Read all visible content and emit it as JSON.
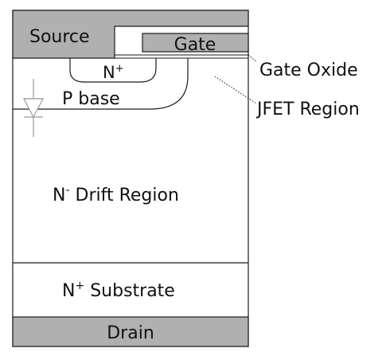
{
  "labels": {
    "source": "Source",
    "gate": "Gate",
    "n_plus": "N",
    "n_plus_sup": "+",
    "p_base": "P base",
    "drift_n": "N",
    "drift_sup": "-",
    "drift_rest": " Drift Region",
    "substrate_n": "N",
    "substrate_sup": "+",
    "substrate_rest": " Substrate",
    "drain": "Drain",
    "gate_oxide": "Gate Oxide",
    "jfet_region": "JFET Region"
  },
  "colors": {
    "metal": "#b0b0b0",
    "outline": "#1a1a1a",
    "diode": "#9a9a9a",
    "background": "#ffffff"
  }
}
